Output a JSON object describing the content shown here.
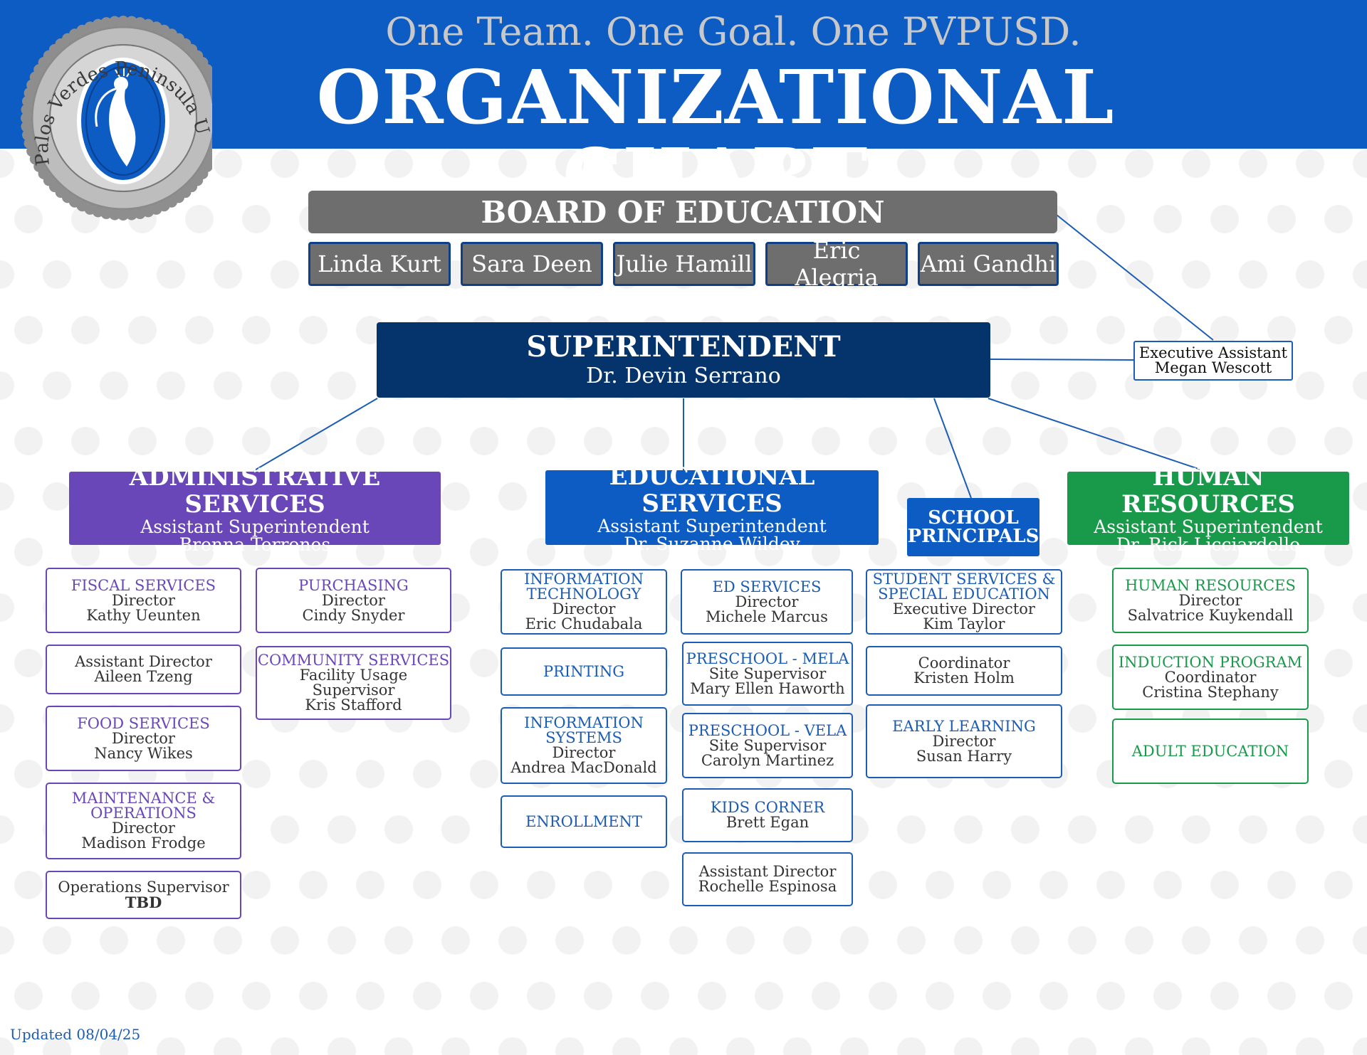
{
  "header": {
    "tagline": "One Team. One Goal. One PVPUSD.",
    "title": "ORGANIZATIONAL CHART",
    "seal_text": "Palos Verdes Peninsula Unified School District"
  },
  "board": {
    "title": "BOARD OF EDUCATION",
    "members": [
      "Linda Kurt",
      "Sara Deen",
      "Julie Hamill",
      "Eric Alegria",
      "Ami Gandhi"
    ]
  },
  "superintendent": {
    "title": "SUPERINTENDENT",
    "name": "Dr. Devin Serrano"
  },
  "exec_assistant": {
    "role": "Executive Assistant",
    "name": "Megan Wescott"
  },
  "departments": {
    "admin": {
      "title": "ADMINISTRATIVE SERVICES",
      "role": "Assistant Superintendent",
      "name": "Brenna Terrones"
    },
    "edu": {
      "title": "EDUCATIONAL SERVICES",
      "role": "Assistant Superintendent",
      "name": "Dr. Suzanne Wildey"
    },
    "principals": {
      "title_1": "SCHOOL",
      "title_2": "PRINCIPALS"
    },
    "hr": {
      "title": "HUMAN RESOURCES",
      "role": "Assistant Superintendent",
      "name": "Dr. Rick Licciardello"
    }
  },
  "units": {
    "fiscal": {
      "t1": "FISCAL SERVICES",
      "role": "Director",
      "name": "Kathy Ueunten"
    },
    "asst_dir_admin": {
      "role": "Assistant Director",
      "name": "Aileen Tzeng"
    },
    "food": {
      "t1": "FOOD SERVICES",
      "role": "Director",
      "name": "Nancy Wikes"
    },
    "maint": {
      "t1": "MAINTENANCE &",
      "t2": "OPERATIONS",
      "role": "Director",
      "name": "Madison Frodge"
    },
    "ops_sup": {
      "role": "Operations Supervisor",
      "name": "TBD"
    },
    "purchasing": {
      "t1": "PURCHASING",
      "role": "Director",
      "name": "Cindy Snyder"
    },
    "community": {
      "t1": "COMMUNITY SERVICES",
      "role": "Facility Usage Supervisor",
      "name": "Kris Stafford"
    },
    "it": {
      "t1": "INFORMATION",
      "t2": "TECHNOLOGY",
      "role": "Director",
      "name": "Eric Chudabala"
    },
    "printing": {
      "t1": "PRINTING"
    },
    "is": {
      "t1": "INFORMATION",
      "t2": "SYSTEMS",
      "role": "Director",
      "name": "Andrea MacDonald"
    },
    "enrollment": {
      "t1": "ENROLLMENT"
    },
    "ed_services": {
      "t1": "ED SERVICES",
      "role": "Director",
      "name": "Michele Marcus"
    },
    "mela": {
      "t1": "PRESCHOOL - MELA",
      "role": "Site Supervisor",
      "name": "Mary Ellen Haworth"
    },
    "vela": {
      "t1": "PRESCHOOL - VELA",
      "role": "Site Supervisor",
      "name": "Carolyn Martinez"
    },
    "kids": {
      "t1": "KIDS CORNER",
      "name": "Brett Egan"
    },
    "asst_dir_ed": {
      "role": "Assistant Director",
      "name": "Rochelle Espinosa"
    },
    "sped": {
      "t1": "STUDENT SERVICES &",
      "t2": "SPECIAL EDUCATION",
      "role": "Executive Director",
      "name": "Kim Taylor"
    },
    "coord_sped": {
      "role": "Coordinator",
      "name": "Kristen Holm"
    },
    "early": {
      "t1": "EARLY LEARNING",
      "role": "Director",
      "name": "Susan Harry"
    },
    "hr_unit": {
      "t1": "HUMAN RESOURCES",
      "role": "Director",
      "name": "Salvatrice Kuykendall"
    },
    "induction": {
      "t1": "INDUCTION PROGRAM",
      "role": "Coordinator",
      "name": "Cristina Stephany"
    },
    "adult": {
      "t1": "ADULT EDUCATION"
    }
  },
  "footer": {
    "updated": "Updated 08/04/25"
  },
  "colors": {
    "banner": "#0d5cc4",
    "board": "#6e6e6e",
    "superintendent": "#05336b",
    "admin": "#6a47b8",
    "edu": "#0d5cc4",
    "hr": "#199a4a",
    "connector": "#1b5cb5"
  }
}
